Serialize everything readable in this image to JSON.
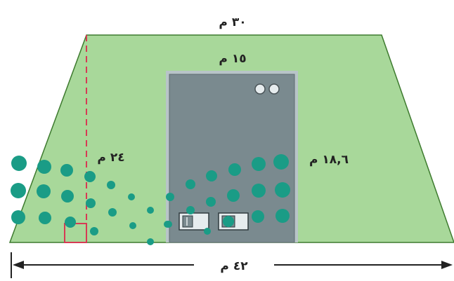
{
  "labels": {
    "top_base": "٣٠ م",
    "bottom_base": "٤٢ م",
    "height": "٢٤ م",
    "building_width": "١٥ م",
    "building_height": "١٨,٦ م"
  },
  "colors": {
    "field": "#a8d89a",
    "field_stroke": "#3d7a2e",
    "building": "#7a8a8f",
    "building_border": "#b8c4c8",
    "dot_color": "#1a9c86",
    "height_line": "#d63a54",
    "arrow": "#222222"
  }
}
